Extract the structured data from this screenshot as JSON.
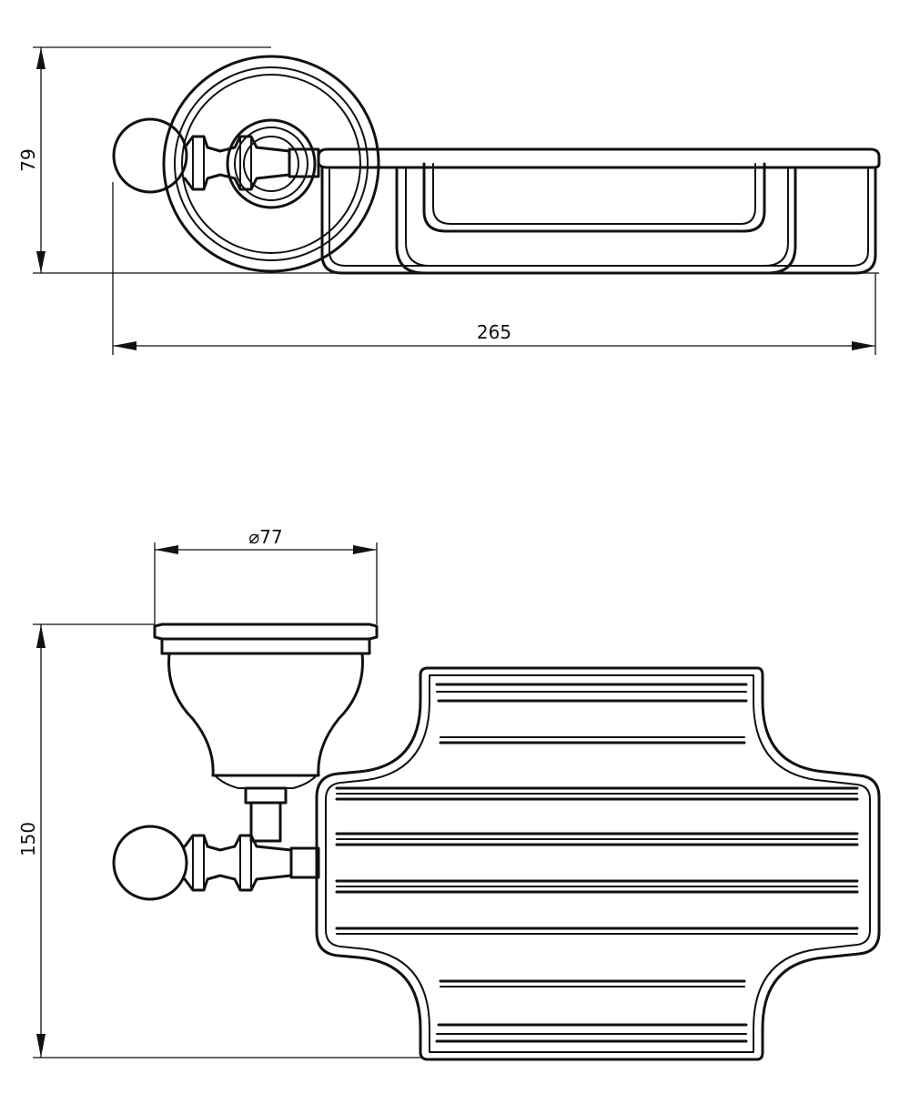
{
  "dimensions": {
    "height_top": "79",
    "length": "265",
    "diameter": "⌀77",
    "height_bottom": "150"
  },
  "colors": {
    "line": "#111111",
    "background": "#ffffff"
  }
}
